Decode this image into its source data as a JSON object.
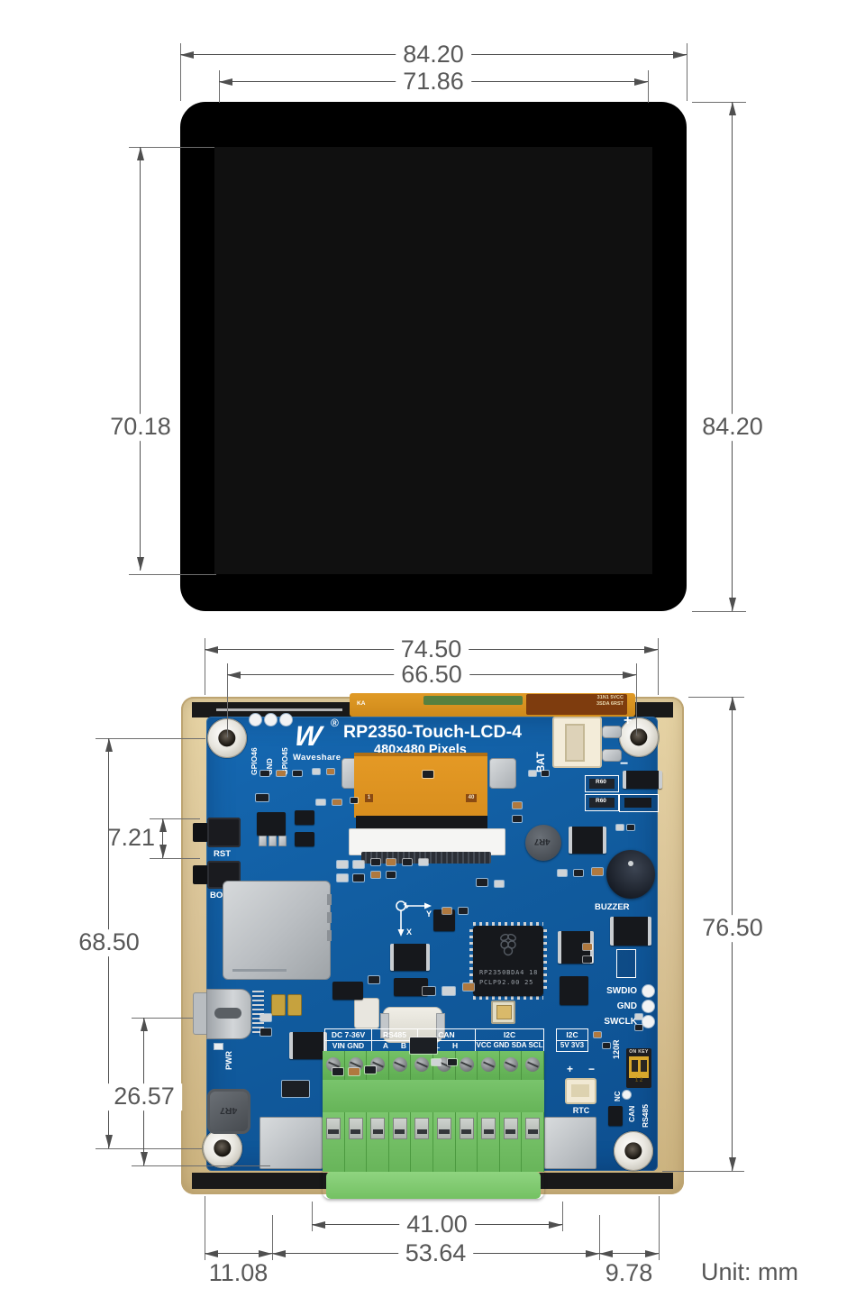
{
  "unit_label": "Unit: mm",
  "front_view": {
    "dim_width_outer": "84.20",
    "dim_width_inner": "71.86",
    "dim_height_inner": "70.18",
    "dim_height_outer": "84.20"
  },
  "back_view": {
    "dim_width_outer": "74.50",
    "dim_width_holes": "66.50",
    "dim_buttons": "7.21",
    "dim_height_holes": "68.50",
    "dim_usb_bottom": "26.57",
    "dim_height_board": "76.50",
    "dim_terminal": "41.00",
    "dim_bottom_span": "53.64",
    "dim_bottom_left": "11.08",
    "dim_bottom_right": "9.78"
  },
  "pcb": {
    "brand": "Waveshare",
    "registered": "®",
    "logo_glyph": "W",
    "title": "RP2350-Touch-LCD-4",
    "subtitle": "480×480 Pixels",
    "gpio_pads": [
      "GPIO46",
      "GND",
      "GPIO45"
    ],
    "bat_label": "BAT",
    "plus": "+",
    "minus": "−",
    "rst_label": "RST",
    "boot_label": "BOOT",
    "pwr_label": "PWR",
    "buzzer_label": "BUZZER",
    "swd_labels": [
      "SWDIO",
      "GND",
      "SWCLK"
    ],
    "terminal_groups": [
      {
        "title": "DC 7-36V",
        "pins": "VIN GND"
      },
      {
        "title": "RS485",
        "pins": "A      B"
      },
      {
        "title": "CAN",
        "pins": "L      H"
      },
      {
        "title": "I2C",
        "pins": "VCC GND SDA SCL"
      }
    ],
    "i2c_sel": {
      "title": "I2C",
      "pins": "5V 3V3"
    },
    "rtc_label": "RTC",
    "r120_label": "120R",
    "nc_label": "NC",
    "can_label": "CAN",
    "rs485_label": "RS485",
    "dip": {
      "top": "ON KEY",
      "bottom": "1 2"
    },
    "chip_lines": [
      "RP2350BDA4 18",
      "PCLP92.00  25"
    ],
    "inductor_label": "4R7",
    "r60_label": "R60",
    "flex_pin1": "1",
    "flex_pin40": "40",
    "flex_ka": "KA",
    "flex_text": [
      "31N1 5VCC",
      "3SDA 6RST"
    ]
  }
}
